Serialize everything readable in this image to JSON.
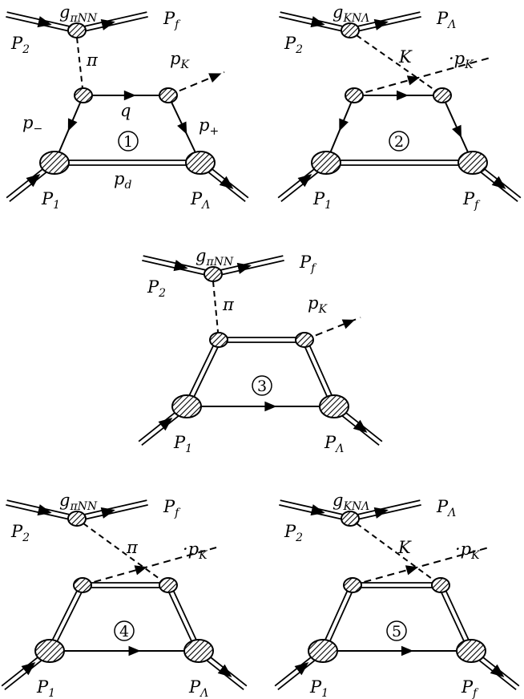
{
  "colors": {
    "ink": "#000000",
    "background": "#ffffff"
  },
  "diagrams": [
    {
      "number": "1",
      "labels": {
        "coupling": {
          "main": "g",
          "sub": "πNN"
        },
        "p2": {
          "main": "P",
          "sub": "2"
        },
        "top_right": {
          "main": "P",
          "sub": "f"
        },
        "exchange": {
          "main": "π",
          "sub": ""
        },
        "kaon": {
          "main": "p",
          "sub": "K"
        },
        "q": {
          "main": "q",
          "sub": ""
        },
        "p_minus": {
          "main": "p",
          "sub": "−"
        },
        "p_plus": {
          "main": "p",
          "sub": "+"
        },
        "pd": {
          "main": "p",
          "sub": "d"
        },
        "p1": {
          "main": "P",
          "sub": "1"
        },
        "bottom_right": {
          "main": "P",
          "sub": "Λ"
        }
      }
    },
    {
      "number": "2",
      "labels": {
        "coupling": {
          "main": "g",
          "sub": "KNΛ"
        },
        "p2": {
          "main": "P",
          "sub": "2"
        },
        "top_right": {
          "main": "P",
          "sub": "Λ"
        },
        "exchange": {
          "main": "K",
          "sub": ""
        },
        "kaon": {
          "main": "·p",
          "sub": "K"
        },
        "p1": {
          "main": "P",
          "sub": "1"
        },
        "bottom_right": {
          "main": "P",
          "sub": "f"
        }
      }
    },
    {
      "number": "3",
      "labels": {
        "coupling": {
          "main": "g",
          "sub": "πNN"
        },
        "p2": {
          "main": "P",
          "sub": "2"
        },
        "top_right": {
          "main": "P",
          "sub": "f"
        },
        "exchange": {
          "main": "π",
          "sub": ""
        },
        "kaon": {
          "main": "p",
          "sub": "K"
        },
        "p1": {
          "main": "P",
          "sub": "1"
        },
        "bottom_right": {
          "main": "P",
          "sub": "Λ"
        }
      }
    },
    {
      "number": "4",
      "labels": {
        "coupling": {
          "main": "g",
          "sub": "πNN"
        },
        "p2": {
          "main": "P",
          "sub": "2"
        },
        "top_right": {
          "main": "P",
          "sub": "f"
        },
        "exchange": {
          "main": "π",
          "sub": ""
        },
        "kaon": {
          "main": "·p",
          "sub": "K"
        },
        "p1": {
          "main": "P",
          "sub": "1"
        },
        "bottom_right": {
          "main": "P",
          "sub": "Λ"
        }
      }
    },
    {
      "number": "5",
      "labels": {
        "coupling": {
          "main": "g",
          "sub": "KNΛ"
        },
        "p2": {
          "main": "P",
          "sub": "2"
        },
        "top_right": {
          "main": "P",
          "sub": "Λ"
        },
        "exchange": {
          "main": "K",
          "sub": ""
        },
        "kaon": {
          "main": "·p",
          "sub": "K"
        },
        "p1": {
          "main": "P",
          "sub": "1"
        },
        "bottom_right": {
          "main": "P",
          "sub": "f"
        }
      }
    }
  ]
}
